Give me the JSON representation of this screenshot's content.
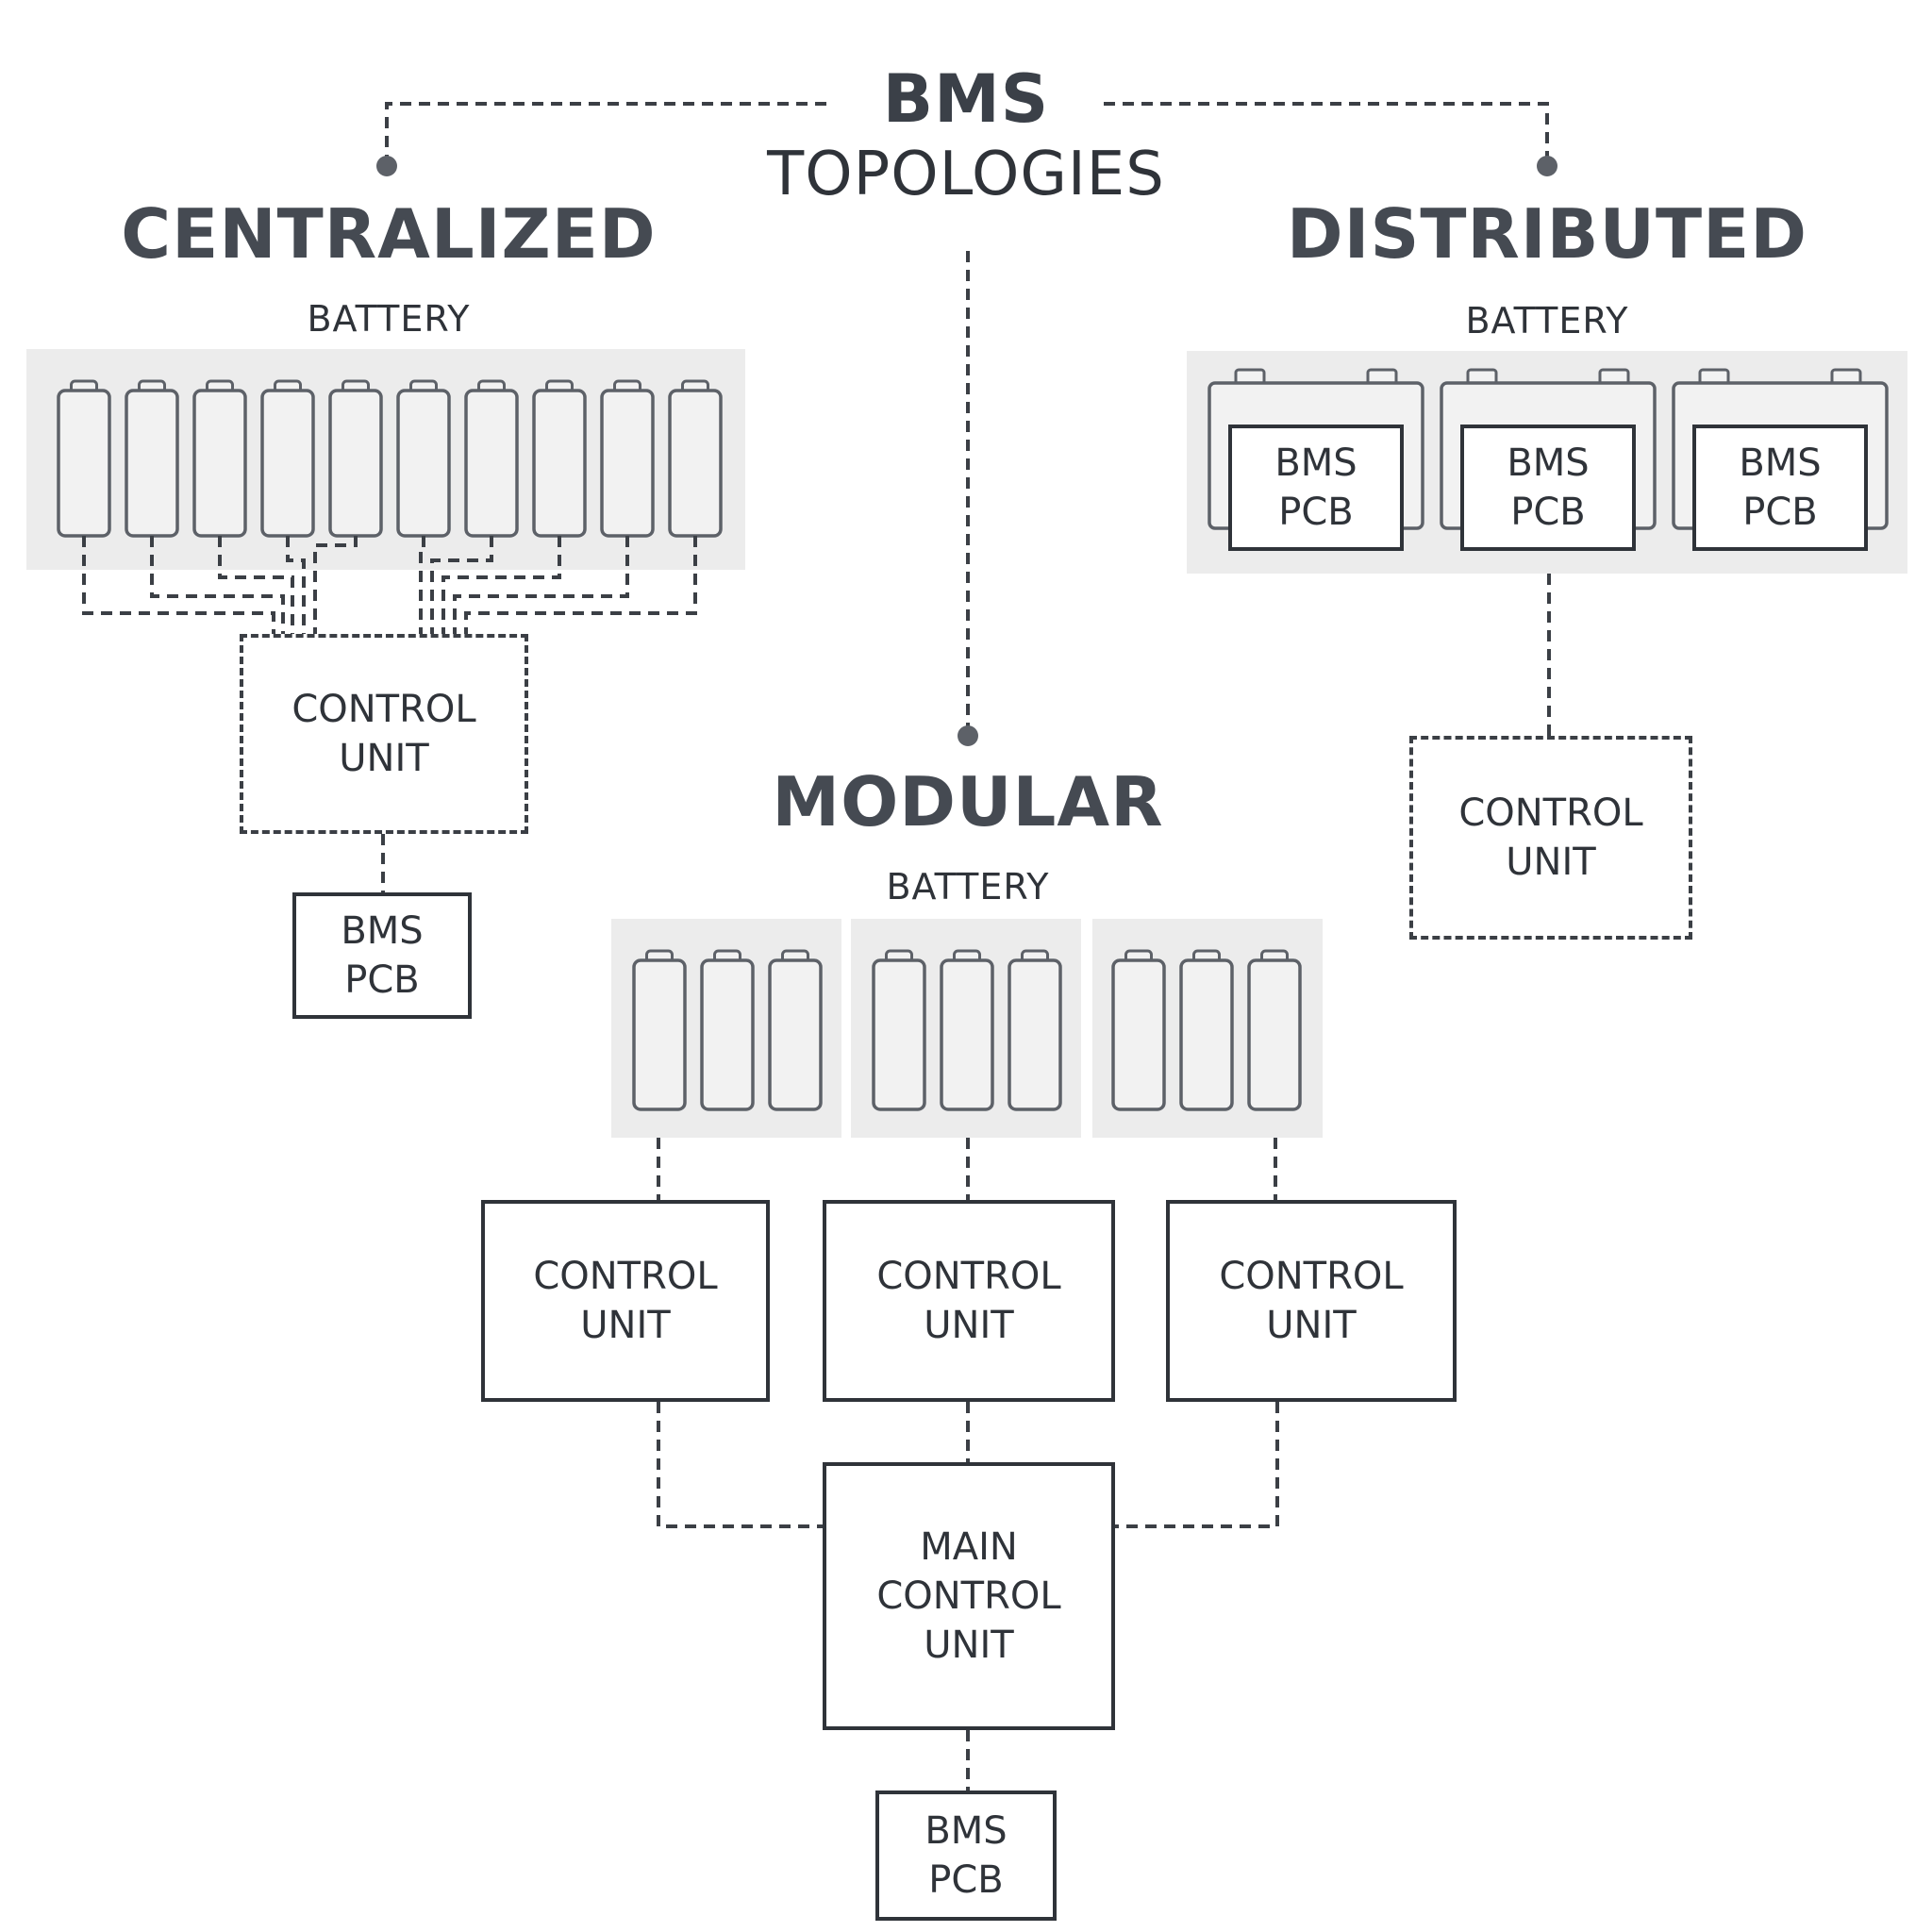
{
  "title": {
    "main": "BMS",
    "sub": "TOPOLOGIES"
  },
  "centralized": {
    "heading": "CENTRALIZED",
    "battery_label": "BATTERY",
    "control_unit": "CONTROL\nUNIT",
    "bms_pcb": "BMS\nPCB"
  },
  "distributed": {
    "heading": "DISTRIBUTED",
    "battery_label": "BATTERY",
    "module_pcbs": [
      "BMS\nPCB",
      "BMS\nPCB",
      "BMS\nPCB"
    ],
    "control_unit": "CONTROL\nUNIT"
  },
  "modular": {
    "heading": "MODULAR",
    "battery_label": "BATTERY",
    "control_units": [
      "CONTROL\nUNIT",
      "CONTROL\nUNIT",
      "CONTROL\nUNIT"
    ],
    "main_control_unit": "MAIN\nCONTROL\nUNIT",
    "bms_pcb": "BMS\nPCB"
  },
  "colors": {
    "ink": "#2f3339",
    "panel": "#ececec",
    "cell_fill": "#f2f2f2",
    "cell_stroke": "#5d6168"
  }
}
